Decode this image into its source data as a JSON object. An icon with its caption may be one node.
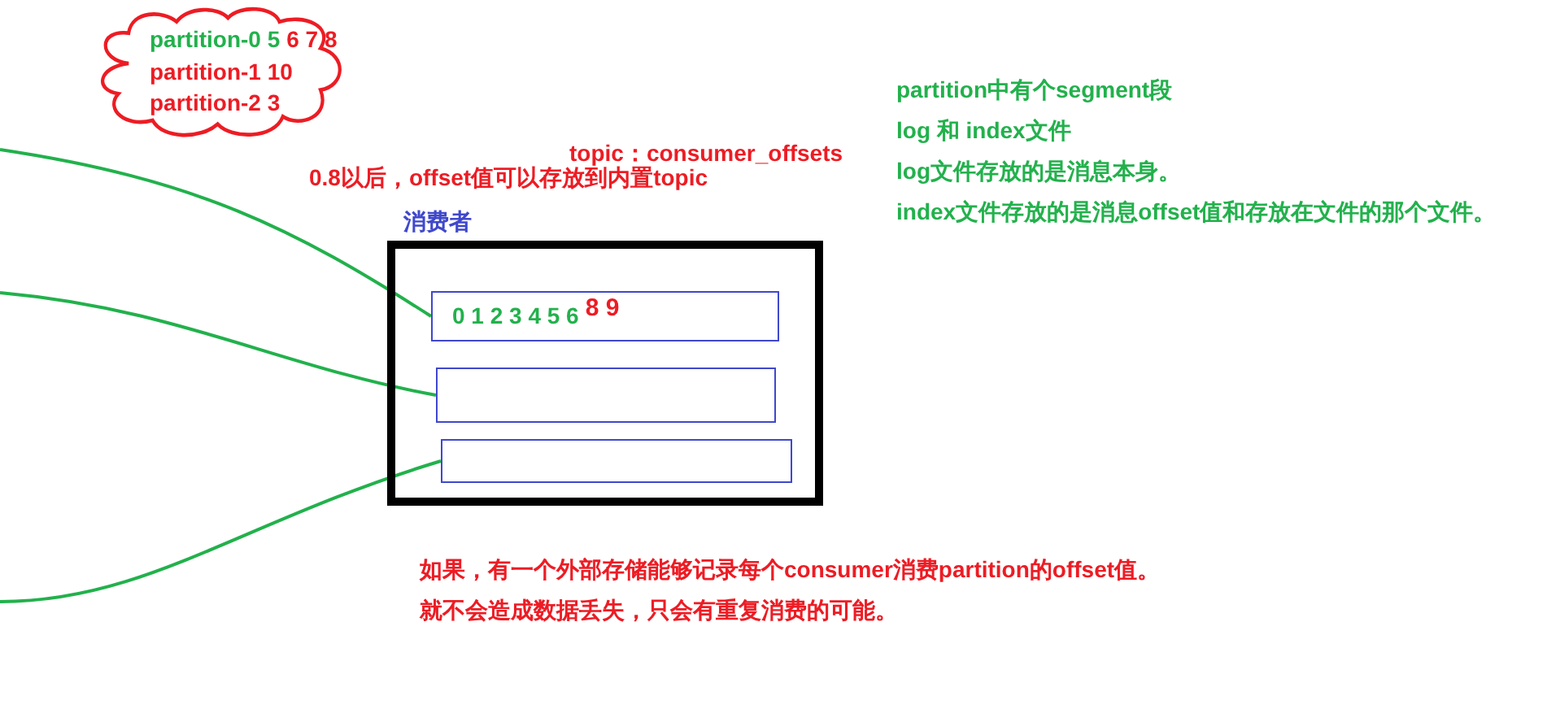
{
  "diagram": {
    "nodes": [
      {
        "text": [
          "partition-0 5",
          "6 7 8",
          "partition-1 10",
          "partition-2 3"
        ]
      },
      {
        "text": [
          "消费者"
        ]
      },
      {
        "text": [
          "0 1 2 3 4 5 6",
          "8 9"
        ],
        "in": 1
      },
      {
        "text": [],
        "shape": "box",
        "in": 1
      },
      {
        "text": [],
        "shape": "box",
        "in": 1
      }
    ],
    "edges": [
      {
        "from": null,
        "to": 2,
        "arrow": "none"
      },
      {
        "from": null,
        "to": 3,
        "arrow": "none"
      },
      {
        "from": null,
        "to": 4,
        "arrow": "none"
      }
    ],
    "labels": [
      "topic：consumer_offsets",
      "0.8以后，offset值可以存放到内置topic",
      "partition中有个segment段",
      "log 和 index文件",
      "log文件存放的是消息本身。",
      "index文件存放的是消息offset值和存放在文件的那个文件。",
      "如果，有一个外部存储能够记录每个consumer消费partition的offset值。",
      "就不会造成数据丢失，只会有重复消费的可能。"
    ]
  }
}
